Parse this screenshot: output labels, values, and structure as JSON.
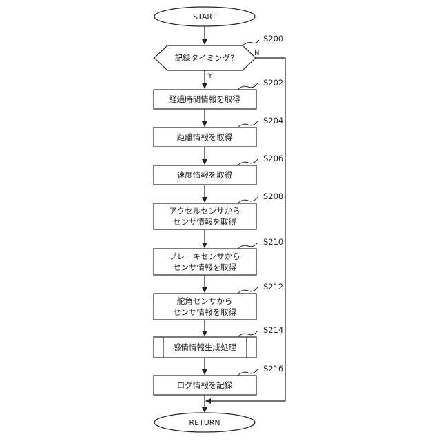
{
  "flowchart": {
    "start_label": "START",
    "end_label": "RETURN",
    "decision": {
      "step": "S200",
      "label": "記録タイミング?",
      "yes_label": "Y",
      "no_label": "N"
    },
    "processes": [
      {
        "step": "S202",
        "lines": [
          "経過時間情報を取得"
        ]
      },
      {
        "step": "S204",
        "lines": [
          "距離情報を取得"
        ]
      },
      {
        "step": "S206",
        "lines": [
          "速度情報を取得"
        ]
      },
      {
        "step": "S208",
        "lines": [
          "アクセルセンサから",
          "センサ情報を取得"
        ]
      },
      {
        "step": "S210",
        "lines": [
          "ブレーキセンサから",
          "センサ情報を取得"
        ]
      },
      {
        "step": "S212",
        "lines": [
          "舵角センサから",
          "センサ情報を取得"
        ]
      },
      {
        "step": "S214",
        "lines": [
          "感情情報生成処理"
        ],
        "predefined": true
      },
      {
        "step": "S216",
        "lines": [
          "ログ情報を記録"
        ]
      }
    ]
  }
}
